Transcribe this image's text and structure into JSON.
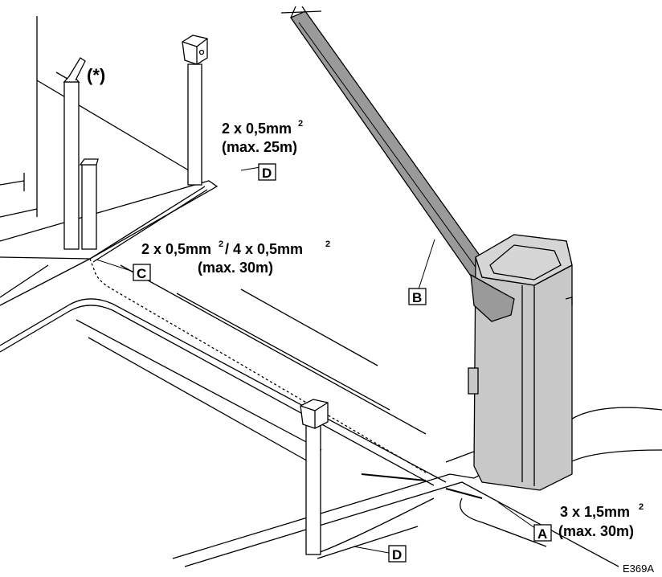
{
  "labels": {
    "asterisk": "(*)",
    "cable_top_1": "2 x 0,5mm",
    "cable_top_2": "(max. 25m)",
    "cable_mid_1": "2 x 0,5mm",
    "cable_mid_2": "/ 4 x 0,5mm",
    "cable_mid_3": "(max. 30m)",
    "cable_br_1": "3 x 1,5mm",
    "cable_br_2": "(max. 30m)",
    "sup2": "2",
    "box_a": "A",
    "box_b": "B",
    "box_c": "C",
    "box_d_top": "D",
    "box_d_bottom": "D",
    "drawing_code": "E369A"
  },
  "colors": {
    "line": "#000000",
    "housing_fill": "#c8c8c8",
    "housing_top": "#d6d6d6",
    "boom_fill": "#9a9a9a"
  }
}
